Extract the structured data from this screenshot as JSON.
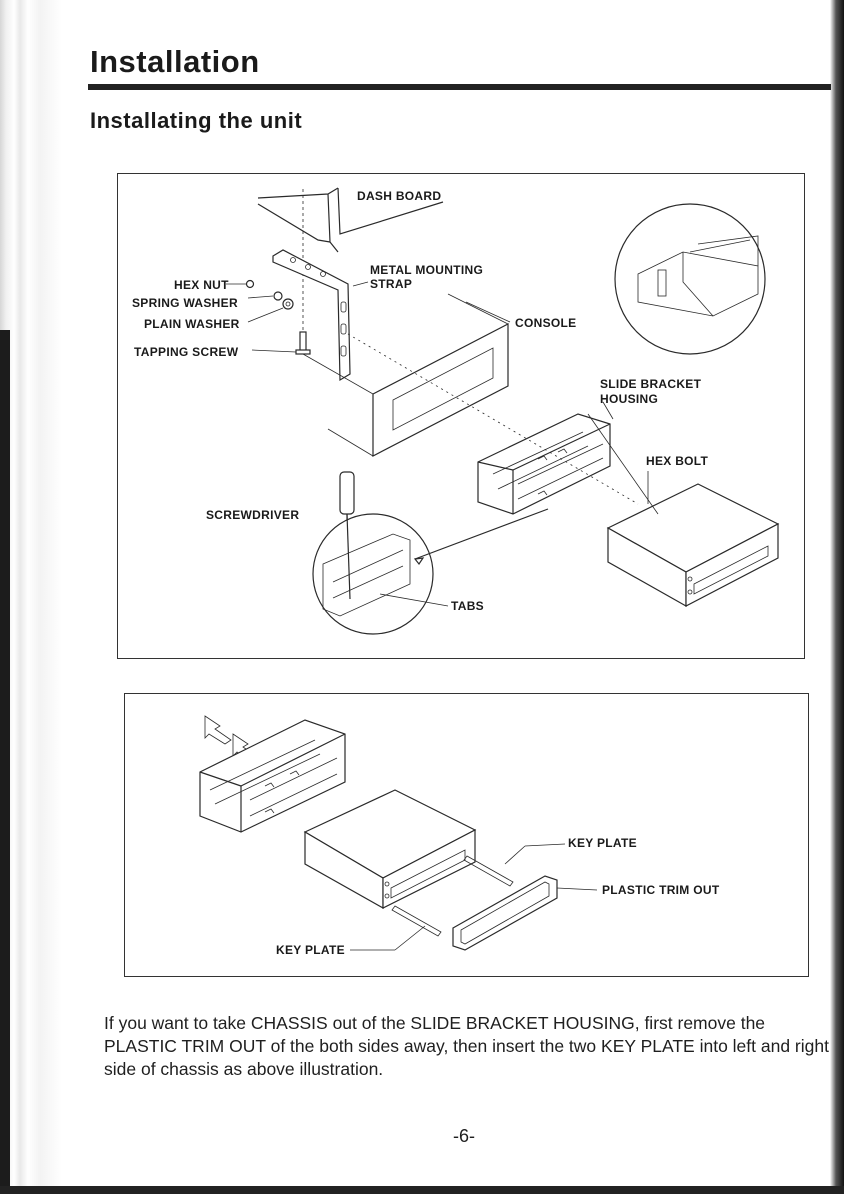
{
  "page": {
    "title": "Installation",
    "section_title": "Installating the unit",
    "page_number": "-6-"
  },
  "figure_1": {
    "labels": {
      "dash_board": "DASH BOARD",
      "metal_mounting_strap_line1": "METAL MOUNTING",
      "metal_mounting_strap_line2": "STRAP",
      "hex_nut": "HEX NUT",
      "spring_washer": "SPRING WASHER",
      "plain_washer": "PLAIN WASHER",
      "tapping_screw": "TAPPING SCREW",
      "console": "CONSOLE",
      "slide_bracket_housing_line1": "SLIDE BRACKET",
      "slide_bracket_housing_line2": "HOUSING",
      "hex_bolt": "HEX BOLT",
      "screwdriver": "SCREWDRIVER",
      "tabs": "TABS"
    }
  },
  "figure_2": {
    "labels": {
      "key_plate_right": "KEY PLATE",
      "plastic_trim_out": "PLASTIC TRIM OUT",
      "key_plate_left": "KEY PLATE"
    }
  },
  "instructions": {
    "paragraph": "If you want to take CHASSIS out of the SLIDE BRACKET HOUSING, first remove the PLASTIC TRIM OUT of the both sides away, then insert the two KEY PLATE into left and right side of chassis as above illustration."
  }
}
